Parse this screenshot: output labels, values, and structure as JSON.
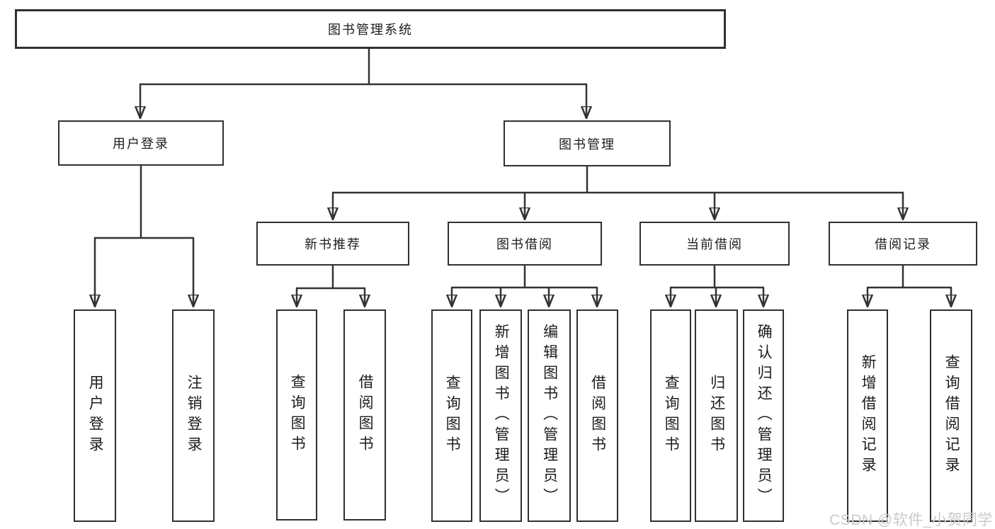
{
  "diagram": {
    "title": "图书管理系统",
    "colors": {
      "line": "#333333",
      "box_border": "#303030",
      "box_fill": "#ffffff",
      "text": "#1c1c1c",
      "watermark": "#c9c9c9",
      "background": "#ffffff"
    },
    "nodes": {
      "root": "图书管理系统",
      "userLogin": "用户登录",
      "bookManagement": "图书管理",
      "newBookRecommend": "新书推荐",
      "bookBorrowing": "图书借阅",
      "currentBorrowing": "当前借阅",
      "borrowingRecords": "借阅记录",
      "leafUserLogin": "用户登录",
      "leafLogout": "注销登录",
      "leafQueryBooksRecommend": "查询图书",
      "leafBorrowBooksRecommend": "借阅图书",
      "leafQueryBooksBorrow": "查询图书",
      "leafAddBooksAdmin": "新增图书（管理员）",
      "leafEditBooksAdmin": "编辑图书（管理员）",
      "leafBorrowBooks": "借阅图书",
      "leafQueryBooksCurrent": "查询图书",
      "leafReturnBooks": "归还图书",
      "leafConfirmReturnAdmin": "确认归还（管理员）",
      "leafAddBorrowRecord": "新增借阅记录",
      "leafQueryBorrowRecord": "查询借阅记录"
    },
    "watermark": "CSDN @软件_小贺同学"
  }
}
